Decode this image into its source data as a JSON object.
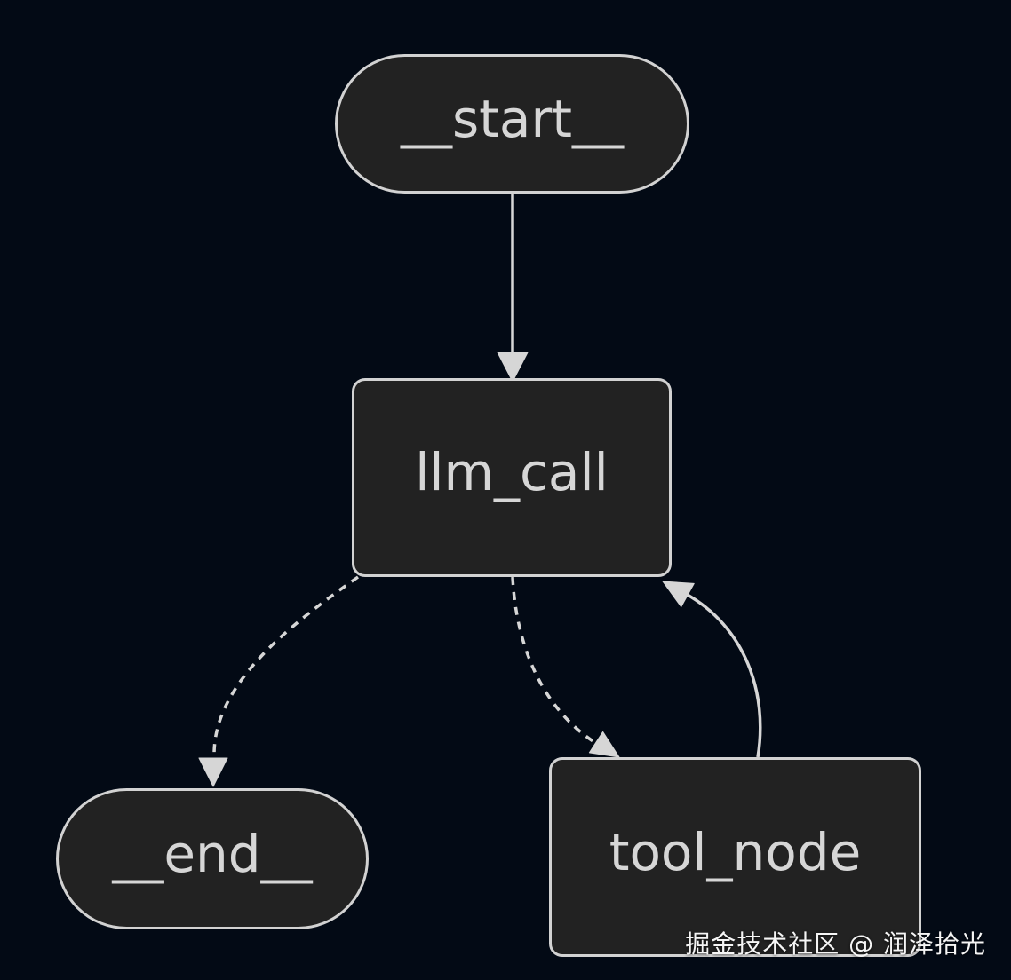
{
  "diagram": {
    "type": "flowchart",
    "direction": "top-down",
    "nodes": [
      {
        "id": "__start__",
        "label": "__start__",
        "shape": "stadium"
      },
      {
        "id": "llm_call",
        "label": "llm_call",
        "shape": "rounded-rectangle"
      },
      {
        "id": "__end__",
        "label": "__end__",
        "shape": "stadium"
      },
      {
        "id": "tool_node",
        "label": "tool_node",
        "shape": "rounded-rectangle"
      }
    ],
    "edges": [
      {
        "from": "__start__",
        "to": "llm_call",
        "style": "solid",
        "arrow": true
      },
      {
        "from": "llm_call",
        "to": "__end__",
        "style": "dashed",
        "arrow": true
      },
      {
        "from": "llm_call",
        "to": "tool_node",
        "style": "dashed",
        "arrow": true
      },
      {
        "from": "tool_node",
        "to": "llm_call",
        "style": "solid",
        "arrow": true
      }
    ],
    "colors": {
      "background": "#030a15",
      "node_fill": "#222222",
      "node_border": "#d2d2d2",
      "node_text": "#d6d6d6",
      "edge": "#d6d6d6",
      "watermark_color": "#f5f5f5"
    }
  },
  "watermark": {
    "text": "掘金技术社区 @ 润泽拾光"
  }
}
